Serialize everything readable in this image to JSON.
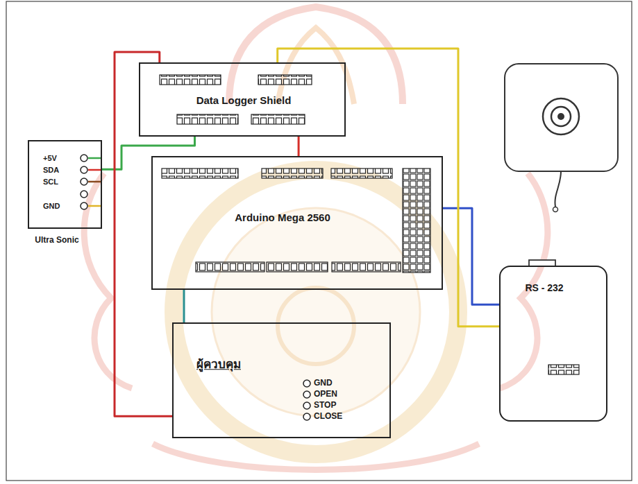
{
  "diagram": {
    "nodes": [
      {
        "text": [
          "Data Logger Shield"
        ]
      },
      {
        "text": [
          "Ultra Sonic"
        ]
      },
      {
        "text": [
          "Arduino Mega 2560"
        ]
      },
      {
        "text": [
          "ผู้ควบคุม"
        ]
      },
      {
        "text": [
          "RS - 232"
        ]
      }
    ],
    "edges": [
      {
        "from": 1,
        "to": 0,
        "arrow": "none"
      },
      {
        "from": 0,
        "to": 2,
        "arrow": "none"
      },
      {
        "from": 2,
        "to": 3,
        "arrow": "none"
      },
      {
        "from": 2,
        "to": 4,
        "arrow": "none"
      },
      {
        "from": 0,
        "to": 4,
        "arrow": "none"
      },
      {
        "from": 3,
        "to": 0,
        "arrow": "none"
      }
    ],
    "labels": [
      "+5V",
      "SDA",
      "SCL",
      "GND",
      "GND",
      "OPEN",
      "STOP",
      "CLOSE"
    ]
  }
}
